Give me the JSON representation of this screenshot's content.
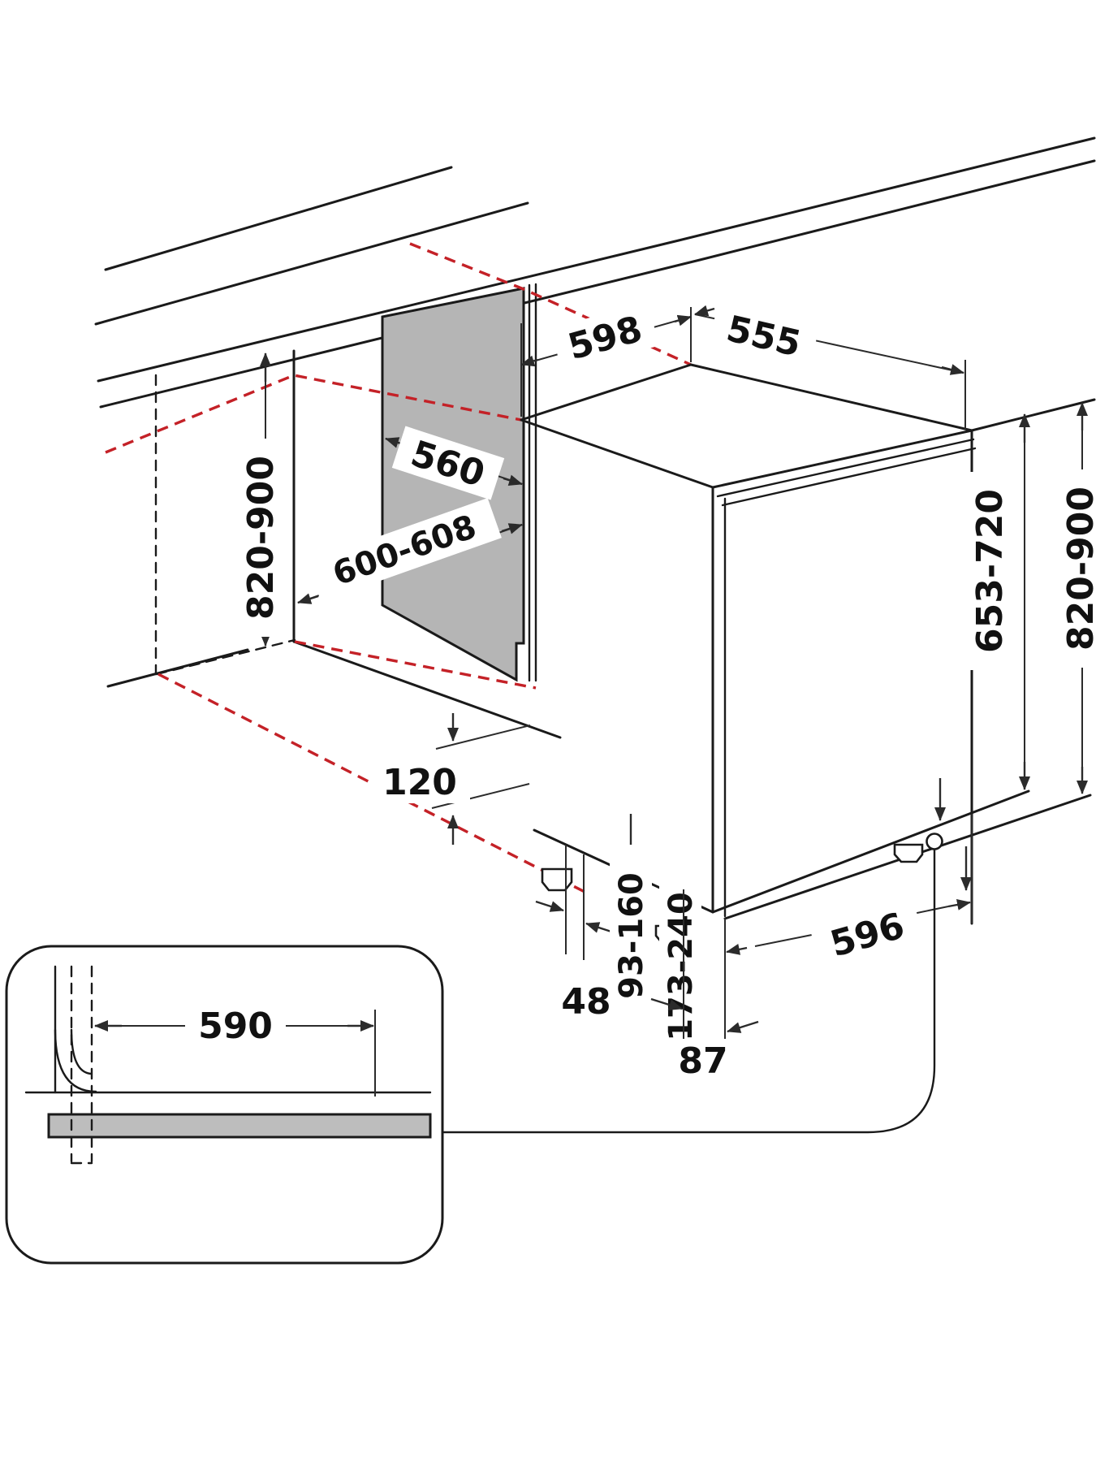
{
  "diagram": {
    "type": "built-in dishwasher installation dimension drawing",
    "units_shown": "mm (implied, no unit text visible)"
  },
  "colors": {
    "background": "#ffffff",
    "line": "#1a1a1a",
    "dimension_arrows": "#2b2b2b",
    "projection_dashed_red": "#c42127",
    "niche_panel_gray": "#b5b5b5",
    "inset_plinth_gray": "#bdbdbd"
  },
  "dimensions": {
    "top_width": {
      "value": "598"
    },
    "top_depth": {
      "value": "555"
    },
    "panel_width": {
      "value": "560"
    },
    "niche_width": {
      "value": "600-608"
    },
    "niche_height_left": {
      "value": "820-900"
    },
    "door_panel_height": {
      "value": "653-720"
    },
    "overall_height_right": {
      "value": "820-900"
    },
    "plinth_height": {
      "value": "120"
    },
    "rear_gap": {
      "value": "48"
    },
    "toe_kick_range_1": {
      "value": "93-160"
    },
    "toe_kick_range_2": {
      "value": "173-240"
    },
    "base_depth": {
      "value": "596"
    },
    "foot_offset": {
      "value": "87"
    },
    "worktop_detail_depth": {
      "value": "590"
    }
  }
}
